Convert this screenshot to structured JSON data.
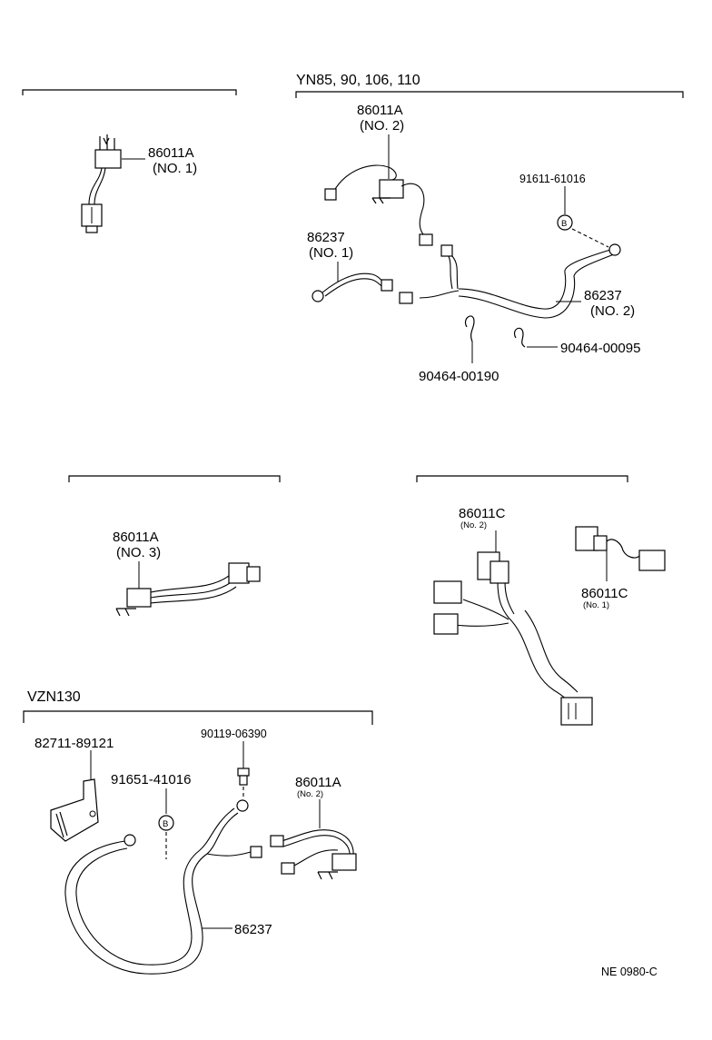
{
  "sections": {
    "yn": {
      "header": "YN85, 90, 106, 110"
    },
    "vzn": {
      "header": "VZN130"
    }
  },
  "labels": {
    "p86011a_no1": {
      "num": "86011A",
      "note": "(NO. 1)"
    },
    "p86011a_no2": {
      "num": "86011A",
      "note": "(NO. 2)"
    },
    "p91611": "91611-61016",
    "p86237_no1": {
      "num": "86237",
      "note": "(NO. 1)"
    },
    "p86237_no2": {
      "num": "86237",
      "note": "(NO. 2)"
    },
    "p90464_00190": "90464-00190",
    "p90464_00095": "90464-00095",
    "p86011a_no3": {
      "num": "86011A",
      "note": "(NO. 3)"
    },
    "p86011c_no2": {
      "num": "86011C",
      "note": "(No. 2)"
    },
    "p86011c_no1": {
      "num": "86011C",
      "note": "(No. 1)"
    },
    "p82711": "82711-89121",
    "p90119": "90119-06390",
    "p91651": "91651-41016",
    "p86011a_vzn": {
      "num": "86011A",
      "note": "(No. 2)"
    },
    "p86237_vzn": "86237",
    "bolt_marker": "B"
  },
  "footer": {
    "code": "NE 0980-C"
  },
  "icons": [
    "relay-icon",
    "connector-icon",
    "ring-terminal-icon",
    "clamp-icon",
    "bolt-icon",
    "bracket-icon"
  ]
}
